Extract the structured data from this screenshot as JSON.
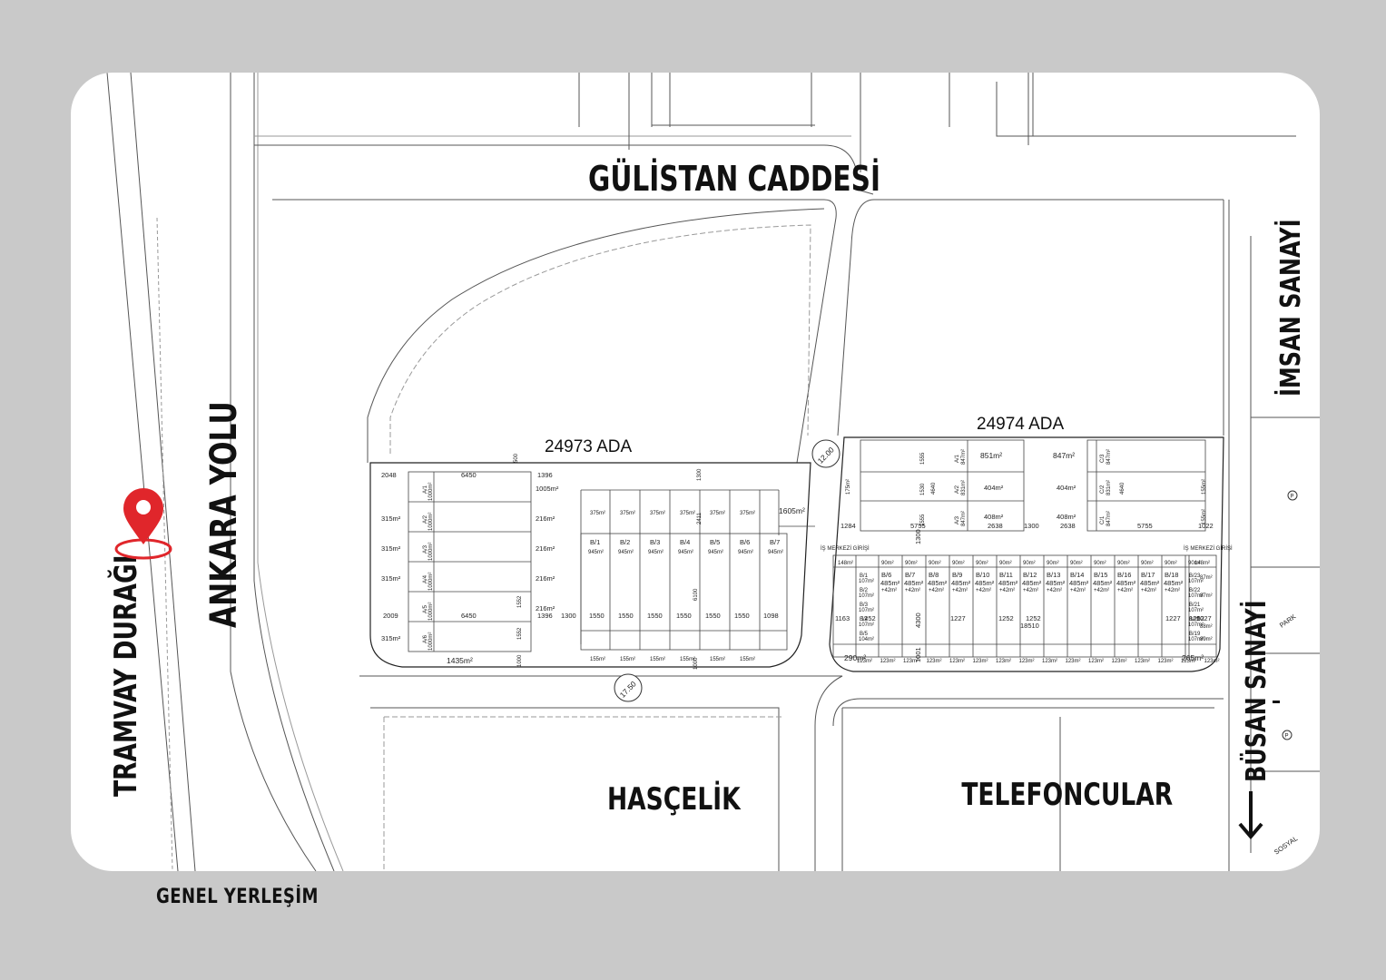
{
  "roads": {
    "top": "GÜLİSTAN CADDESİ",
    "left_main": "ANKARA YOLU",
    "tram_stop": "TRAMVAY DURAĞI",
    "right_top": "İMSAN SANAYİ",
    "right_bottom": "BÜSAN SANAYİ"
  },
  "neighbors": {
    "bottom_left": "HASÇELİK",
    "bottom_right": "TELEFONCULAR"
  },
  "blocks": {
    "left": "24973 ADA",
    "right": "24974 ADA"
  },
  "road_widths": {
    "upper": "12.00",
    "lower": "17.50"
  },
  "side_labels": {
    "park": "PARK",
    "sosyal": "SOSYAL",
    "parking": "P"
  },
  "entrance": "İŞ MERKEZİ GİRİŞİ",
  "caption": "GENEL YERLEŞİM",
  "colors": {
    "background": "#c9c9c9",
    "card": "#ffffff",
    "pin": "#e0262b",
    "line": "#555555"
  },
  "icons": {
    "location": "map-pin-icon",
    "direction": "arrow-down-icon"
  },
  "left_block": {
    "dims_top": [
      "2048",
      "6450",
      "500",
      "1396",
      "1300"
    ],
    "a_units": [
      {
        "id": "A/1",
        "area": "1000m²"
      },
      {
        "id": "A/2",
        "area": "1000m²"
      },
      {
        "id": "A/3",
        "area": "1000m²"
      },
      {
        "id": "A/4",
        "area": "1000m²"
      },
      {
        "id": "A/5",
        "area": "1000m²"
      },
      {
        "id": "A/6",
        "area": "1000m²"
      }
    ],
    "a_left_areas": [
      "315m²",
      "315m²",
      "315m²",
      "315m²"
    ],
    "a_right_areas": [
      "1005m²",
      "216m²",
      "216m²",
      "216m²",
      "216m²"
    ],
    "a_dims": [
      "2009",
      "6450",
      "1396",
      "1552",
      "1552",
      "1000",
      "1300"
    ],
    "a_bottom_area": "1435m²",
    "b_units": [
      {
        "id": "B/1",
        "area": "945m²"
      },
      {
        "id": "B/2",
        "area": "945m²"
      },
      {
        "id": "B/3",
        "area": "945m²"
      },
      {
        "id": "B/4",
        "area": "945m²"
      },
      {
        "id": "B/5",
        "area": "945m²"
      },
      {
        "id": "B/6",
        "area": "945m²"
      },
      {
        "id": "B/7",
        "area": "945m²"
      }
    ],
    "b_top_areas": [
      "375m²",
      "375m²",
      "375m²",
      "375m²",
      "375m²",
      "375m²"
    ],
    "b_bottom_areas": [
      "155m²",
      "155m²",
      "155m²",
      "155m²",
      "155m²",
      "155m²"
    ],
    "b_dims": [
      "1550",
      "1550",
      "1550",
      "1550",
      "1550",
      "1550",
      "1098"
    ],
    "b_extra": [
      "1605m²",
      "2411",
      "6100",
      "1000"
    ]
  },
  "right_block": {
    "upper_areas": [
      "851m²",
      "847m²",
      "404m²",
      "404m²",
      "408m²",
      "408m²"
    ],
    "upper_units": [
      {
        "id": "A/1",
        "area": "847m²"
      },
      {
        "id": "A/2",
        "area": "831m²"
      },
      {
        "id": "A/3",
        "area": "847m²"
      },
      {
        "id": "C/3",
        "area": "847m²"
      },
      {
        "id": "C/2",
        "area": "831m²"
      },
      {
        "id": "C/1",
        "area": "847m²"
      }
    ],
    "upper_dims": [
      "1555",
      "4640",
      "1530",
      "1555",
      "5755",
      "2638",
      "1300",
      "2638",
      "5755",
      "1022",
      "1284",
      "175m²",
      "155m²",
      "155m²",
      "4640"
    ],
    "row_areas": [
      "90m²",
      "90m²",
      "90m²",
      "90m²",
      "90m²",
      "90m²",
      "90m²",
      "90m²",
      "90m²",
      "90m²",
      "90m²",
      "90m²",
      "90m²",
      "90m²"
    ],
    "b_units": [
      {
        "id": "B/6",
        "area": "485m²"
      },
      {
        "id": "B/7",
        "area": "485m²"
      },
      {
        "id": "B/8",
        "area": "485m²"
      },
      {
        "id": "B/9",
        "area": "485m²"
      },
      {
        "id": "B/10",
        "area": "485m²"
      },
      {
        "id": "B/11",
        "area": "485m²"
      },
      {
        "id": "B/12",
        "area": "485m²"
      },
      {
        "id": "B/13",
        "area": "485m²"
      },
      {
        "id": "B/14",
        "area": "485m²"
      },
      {
        "id": "B/15",
        "area": "485m²"
      },
      {
        "id": "B/16",
        "area": "485m²"
      },
      {
        "id": "B/17",
        "area": "485m²"
      },
      {
        "id": "B/18",
        "area": "485m²"
      }
    ],
    "b_sub": "+42m²",
    "left_units": [
      {
        "id": "B/1",
        "area": "107m²"
      },
      {
        "id": "B/2",
        "area": "107m²"
      },
      {
        "id": "B/3",
        "area": "107m²"
      },
      {
        "id": "B/4",
        "area": "107m²"
      },
      {
        "id": "B/5",
        "area": "104m²"
      }
    ],
    "right_units": [
      {
        "id": "B/23",
        "area": "107m²"
      },
      {
        "id": "B/22",
        "area": "107m²"
      },
      {
        "id": "B/21",
        "area": "107m²"
      },
      {
        "id": "B/20",
        "area": "107m²"
      },
      {
        "id": "B/19",
        "area": "107m²"
      }
    ],
    "bottom_areas": [
      "123m²",
      "123m²",
      "123m²",
      "123m²",
      "123m²",
      "123m²",
      "123m²",
      "123m²",
      "123m²",
      "123m²",
      "123m²",
      "123m²",
      "123m²",
      "123m²",
      "123m²",
      "123m²"
    ],
    "dims": [
      "1163",
      "1252",
      "4300",
      "1227",
      "1252",
      "1252",
      "18510",
      "1227",
      "1252",
      "1027",
      "1001",
      "1300"
    ],
    "corner_areas": [
      "290m²",
      "265m²",
      "148m²",
      "148m²",
      "87m²",
      "87m²",
      "88m²",
      "89m²"
    ]
  }
}
